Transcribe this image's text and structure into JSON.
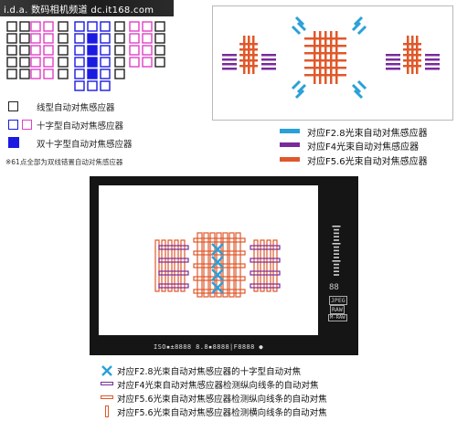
{
  "header": {
    "text": "i.d.a. 数码相机频道 dc.it168.com"
  },
  "legend_top": {
    "line_type": "线型自动对焦感应器",
    "cross_type": "十字型自动对焦感应器",
    "dual_cross_type": "双十字型自动对焦感应器",
    "note": "※61点全部为双线错置自动对焦感应器"
  },
  "legend_fnumber": {
    "f28": "对应F2.8光束自动对焦感应器",
    "f4": "对应F4光束自动对焦感应器",
    "f56": "对应F5.6光束自动对焦感应器"
  },
  "viewfinder": {
    "status": "ISO▪±8888  8.8▪8888|F8888 ●",
    "side_top": "88",
    "side_jpeg": "JPEG",
    "side_raw": "RAW",
    "side_mraw": "M-RAW"
  },
  "legend_bottom": {
    "f28_cross": "对应F2.8光束自动对焦感应器的十字型自动对焦",
    "f4_vertical": "对应F4光束自动对焦感应器检测纵向线条的自动对焦",
    "f56_vertical": "对应F5.6光束自动对焦感应器检测纵向线条的自动对焦",
    "f56_horizontal": "对应F5.6光束自动对焦感应器检测横向线条的自动对焦"
  },
  "colors": {
    "line_type": "#222222",
    "cross_type": "#e040c8",
    "dual_cross": "#1a1ae0",
    "f28_blue": "#2aa0d8",
    "f4_purple": "#7a2a9a",
    "f56_orange": "#e0582a",
    "viewfinder_bg": "#151515"
  }
}
